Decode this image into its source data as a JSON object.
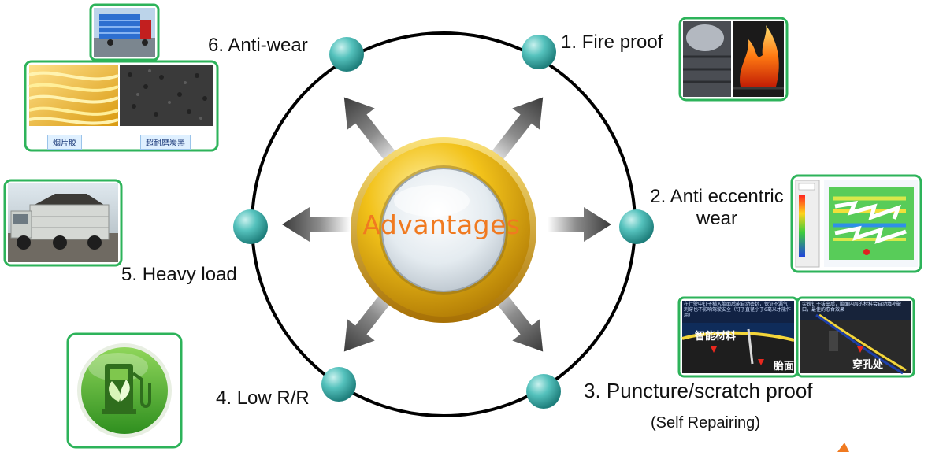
{
  "center": {
    "label": "Advantages"
  },
  "advantages": [
    {
      "number": "1.",
      "title": "Fire proof"
    },
    {
      "number": "2.",
      "title": "Anti eccentric",
      "title_line2": "wear"
    },
    {
      "number": "3.",
      "title": "Puncture/scratch proof",
      "subtitle": "(Self Repairing)"
    },
    {
      "number": "4.",
      "title": "Low R/R"
    },
    {
      "number": "5.",
      "title": "Heavy load"
    },
    {
      "number": "6.",
      "title": "Anti-wear"
    }
  ],
  "photo_captions": {
    "anti_wear_left": "烟片胶",
    "anti_wear_right": "超耐磨炭黑",
    "puncture_left_tag": "智能材料",
    "puncture_left_tag2": "胎面",
    "puncture_right_tag": "穿孔处",
    "puncture_left_note": "在行驶中钉子插入胎面后能自动密封，保证不漏气，刺穿也不影响驾驶安全（钉子直径小于6毫米才能作用）",
    "puncture_right_note": "尖锐钉子拔出后，胎面内层的材料会自动填补破口，最佳的愈合效果"
  },
  "colors": {
    "node": "#3fb6b2",
    "ring": "#000000",
    "gold": "#e8b310",
    "center_text": "#f07a20",
    "frame": "#2db35a",
    "eco_green": "#4caf2a"
  },
  "icons": [
    "fuel-pump-icon",
    "leaf-icon"
  ]
}
